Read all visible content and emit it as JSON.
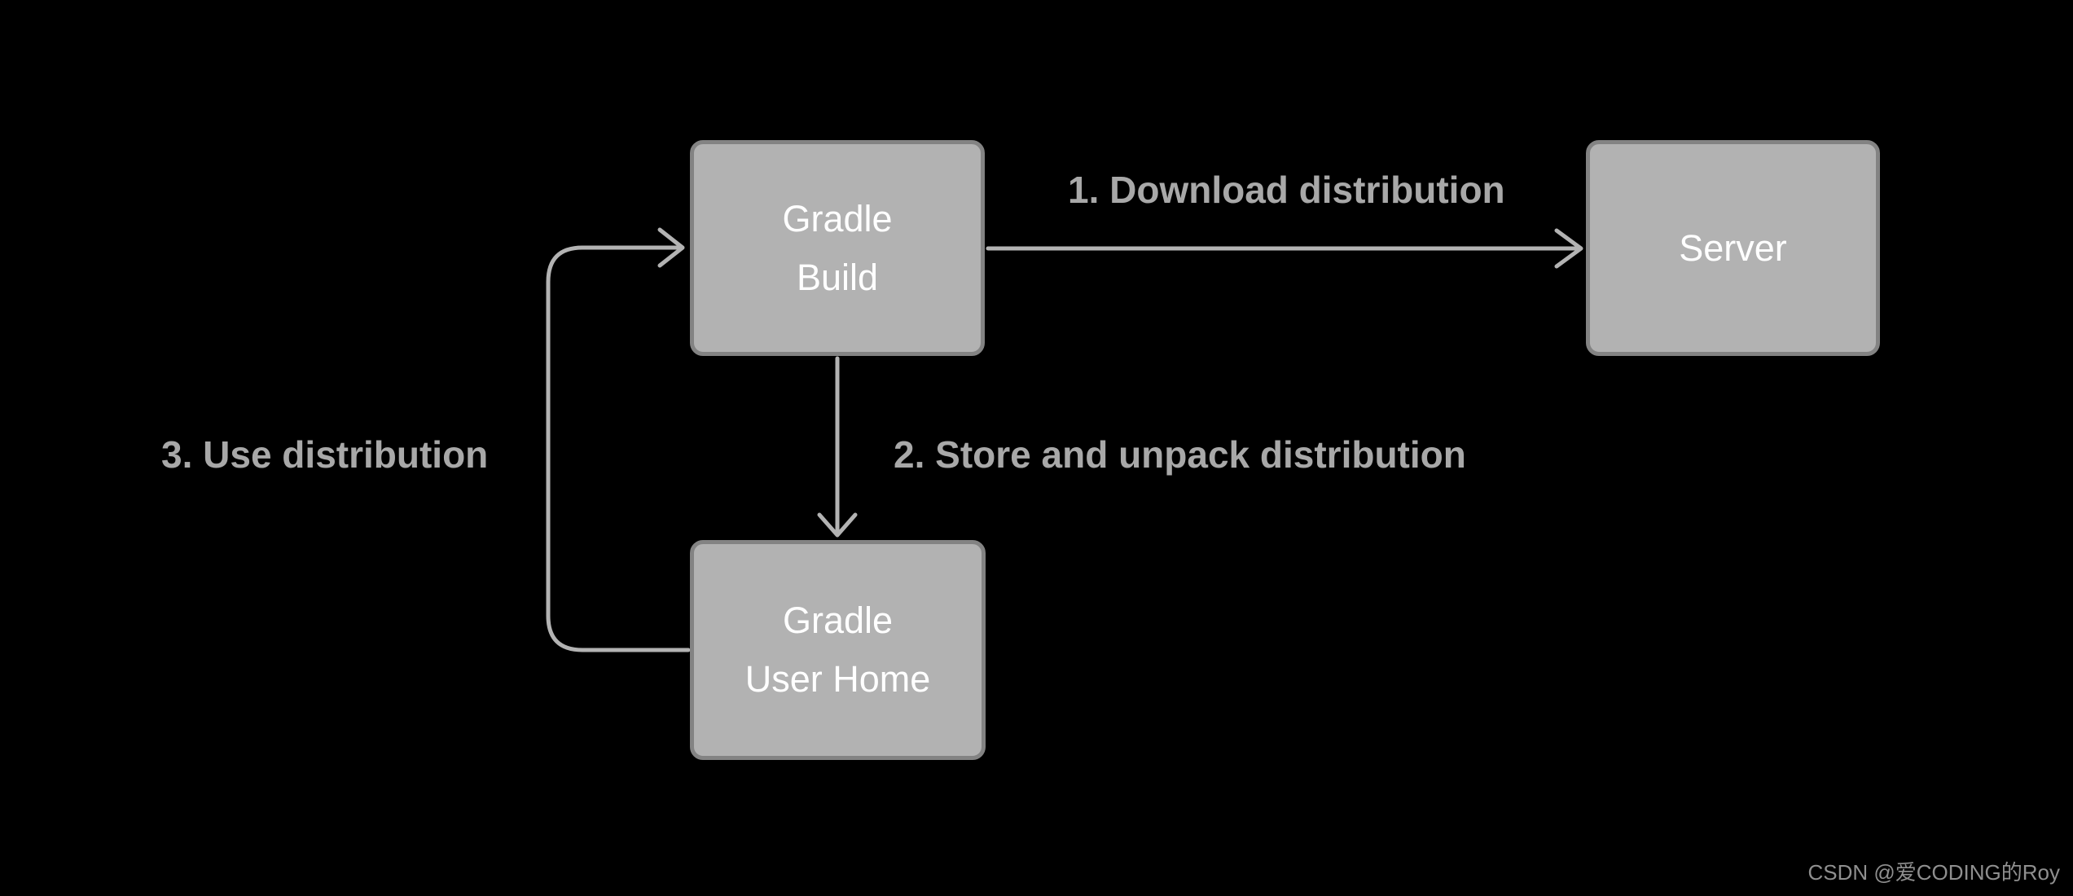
{
  "nodes": {
    "gradle_build": {
      "line1": "Gradle",
      "line2": "Build"
    },
    "server": {
      "line1": "Server"
    },
    "gradle_user_home": {
      "line1": "Gradle",
      "line2": "User Home"
    }
  },
  "edge_labels": {
    "download": "1. Download distribution",
    "store_unpack": "2. Store and unpack distribution",
    "use": "3. Use distribution"
  },
  "colors": {
    "background": "#000000",
    "node_fill": "#b2b2b2",
    "node_border": "#838383",
    "node_text": "#ffffff",
    "edge_line": "#b3b3b3",
    "edge_label_text": "#a8a8a8",
    "watermark_text": "#8f8f8f"
  },
  "watermark": "CSDN @爱CODING的Roy"
}
